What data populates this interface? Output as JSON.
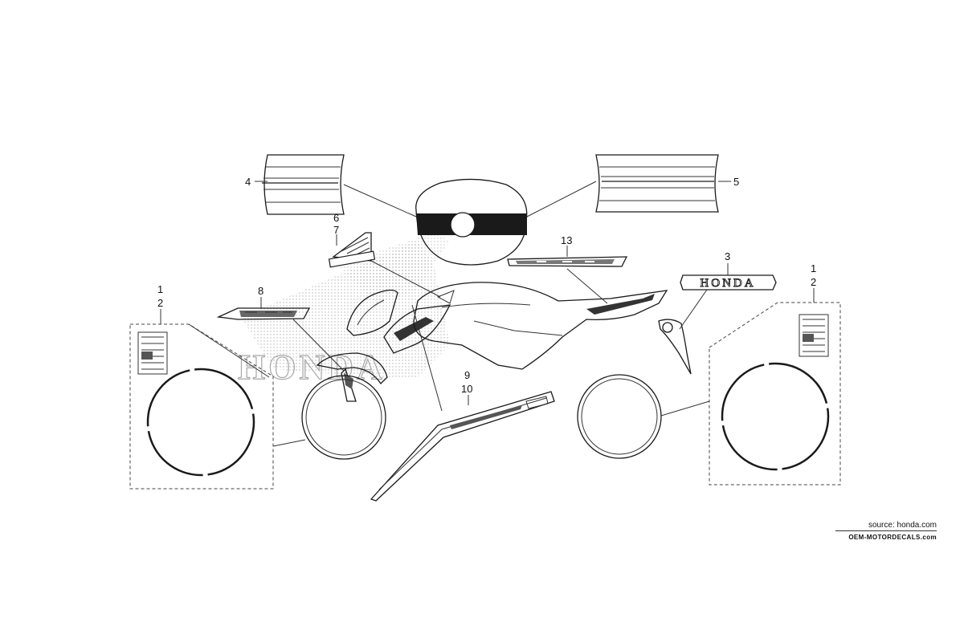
{
  "callouts": {
    "c4": "4",
    "c5": "5",
    "c6": "6",
    "c7": "7",
    "c8": "8",
    "c13": "13",
    "c3": "3",
    "c1_left": "1",
    "c2_left": "2",
    "c9": "9",
    "c10": "10",
    "c1_right": "1",
    "c2_right": "2"
  },
  "decal_text": {
    "honda_emblem": "HONDA",
    "background_wordmark": "HONDA"
  },
  "watermark": {
    "source": "source: honda.com",
    "site": "OEM-MOTORDECALS.com"
  }
}
